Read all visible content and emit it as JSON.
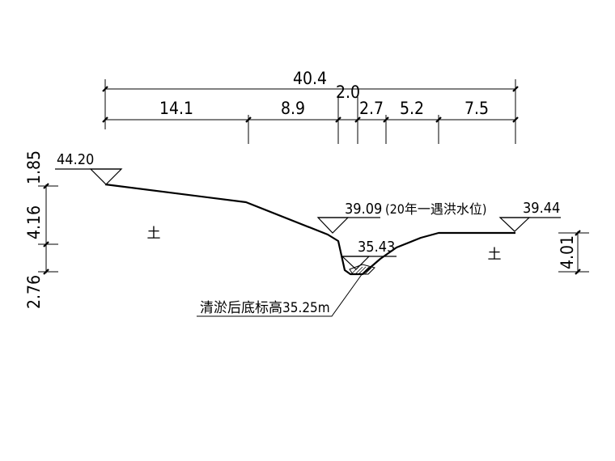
{
  "dimensions": {
    "total": "40.4",
    "extra": "2.0",
    "segments": [
      "14.1",
      "8.9",
      "2.7",
      "5.2",
      "7.5"
    ]
  },
  "vertical_dims": {
    "left": [
      "1.85",
      "4.16",
      "2.76"
    ],
    "right": "4.01"
  },
  "elevations": {
    "left_bank": "44.20",
    "flood_level": "39.09",
    "flood_note": "(20年一遇洪水位)",
    "channel_top": "35.43",
    "right_bank": "39.44"
  },
  "soil_label": "土",
  "dredge_note": "清淤后底标高35.25m"
}
